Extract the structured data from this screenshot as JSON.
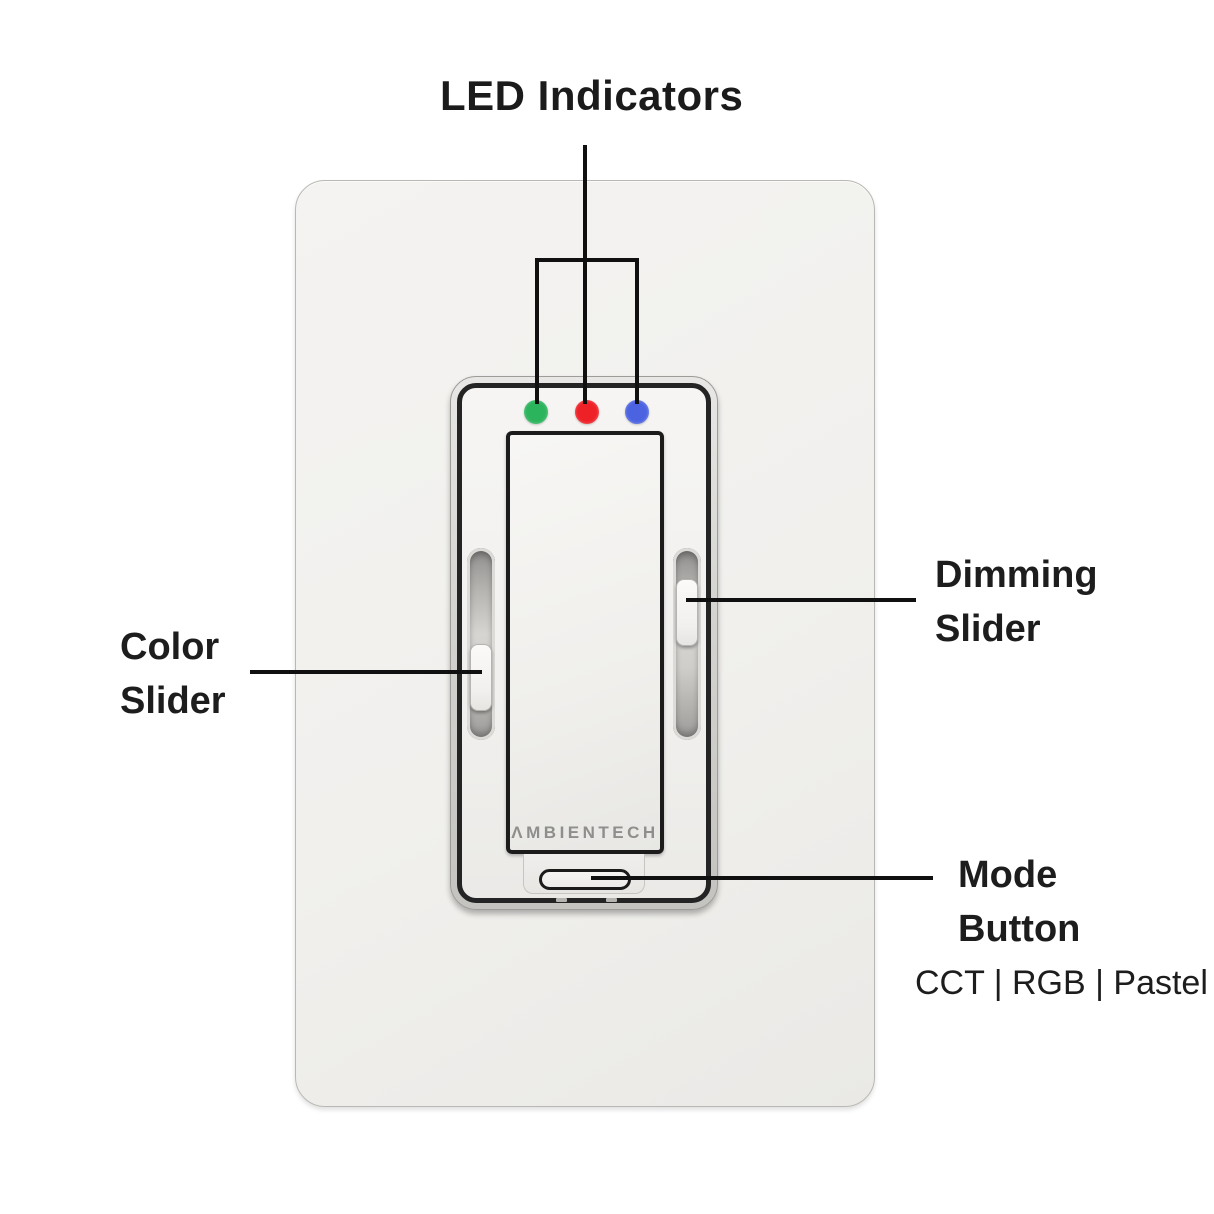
{
  "title": "LED Indicators",
  "device": {
    "brand": "ΛMBIENTECH",
    "leds": [
      {
        "name": "green",
        "color": "#2cb45c"
      },
      {
        "name": "red",
        "color": "#ee2127"
      },
      {
        "name": "blue",
        "color": "#4b63e1"
      }
    ]
  },
  "labels": {
    "color_slider": {
      "line1": "Color",
      "line2": "Slider"
    },
    "dimming_slider": {
      "line1": "Dimming",
      "line2": "Slider"
    },
    "mode_button": {
      "line1": "Mode",
      "line2": "Button",
      "modes": "CCT | RGB | Pastel"
    }
  },
  "colors": {
    "leader_line": "#101010",
    "label_text": "#1d1d1d"
  }
}
